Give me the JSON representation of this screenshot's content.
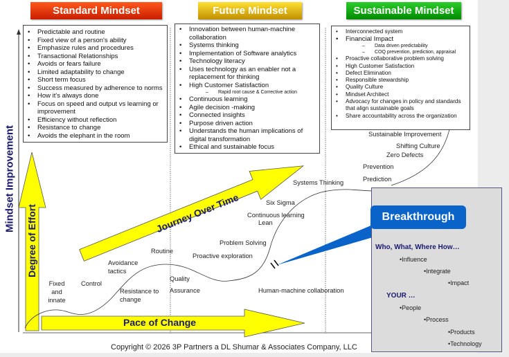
{
  "headers": {
    "standard": "Standard Mindset",
    "future": "Future Mindset",
    "sustainable": "Sustainable Mindset"
  },
  "standard_items": [
    "Predictable and routine",
    "Fixed view of a person's ability",
    "Emphasize rules and procedures",
    "Transactional Relationships",
    "Avoids or fears failure",
    "Limited adaptability to change",
    "Short term focus",
    "Success measured by adherence to norms",
    "How it's always done",
    "Focus on speed and output vs learning or improvement",
    "Efficiency without reflection",
    "Resistance to change",
    "Avoids the elephant in the room"
  ],
  "future_items": [
    "Innovation  between human-machine collaboration",
    "Systems thinking",
    "Implementation of Software analytics",
    "Technology literacy",
    "Uses technology as an enabler not a replacement for thinking",
    "High Customer Satisfaction",
    "Rapid root cause & Corrective action",
    "Continuous learning",
    "Agile decision -making",
    "Connected insights",
    "Purpose driven action",
    "Understands the human implications of digital transformation",
    "Ethical and sustainable focus"
  ],
  "sustainable_items": [
    "Interconnected system",
    "Financial Impact",
    "Data driven predictability",
    "COQ prevention, prediction, appraisal",
    "Proactive collaborative problem solving",
    "High Customer Satisfaction",
    "Defect Elimination",
    "Responsible stewardship",
    "Quality Culture",
    "Mindset Architect",
    "Advocacy for changes in policy and standards that  align sustainable goals",
    "Share accountability across the organization"
  ],
  "axes": {
    "y_label": "Mindset Improvement",
    "effort": "Degree of Effort",
    "pace": "Pace of Change",
    "journey": "Journey Over Time"
  },
  "curve_labels": {
    "fixed": "Fixed and innate",
    "control": "Control",
    "avoidance": "Avoidance tactics",
    "resistance": "Resistance to change",
    "routine": "Routine",
    "quality": "Quality",
    "assurance": "Assurance",
    "problem_solving": "Problem Solving",
    "proactive": "Proactive exploration",
    "continuous": "Continuous learning",
    "lean": "Lean",
    "six_sigma": "Six Sigma",
    "systems": "Systems Thinking",
    "human_machine": "Human-machine collaboration",
    "prediction": "Prediction",
    "prevention": "Prevention",
    "zero_defects": "Zero Defects",
    "shifting": "Shifting Culture",
    "sustainable_improvement": "Sustainable Improvement"
  },
  "breakthrough": {
    "title": "Breakthrough",
    "who": "Who, What, Where How…",
    "who_items": [
      "•Influence",
      "•Integrate",
      "•Impact"
    ],
    "your": "YOUR …",
    "your_items": [
      "•People",
      "•Process",
      "•Products",
      "•Technology"
    ]
  },
  "copyright": "Copyright © 2026 3P Partners a DL Shumar & Associates Company, LLC"
}
